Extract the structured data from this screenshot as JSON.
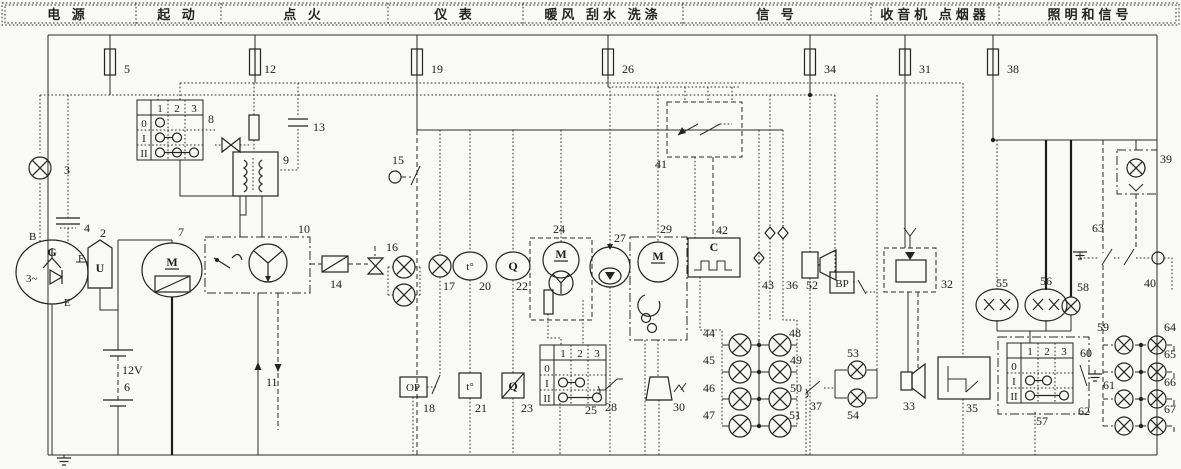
{
  "header": {
    "sections": [
      {
        "label": "电 源"
      },
      {
        "label": "起 动"
      },
      {
        "label": "点 火"
      },
      {
        "label": "仪 表"
      },
      {
        "label": "暖风 刮水 洗涤"
      },
      {
        "label": "信 号"
      },
      {
        "label": "收音机 点烟器"
      },
      {
        "label": "照明和信号"
      }
    ]
  },
  "labels": {
    "2": "2",
    "3": "3",
    "4": "4",
    "5": "5",
    "6": "6",
    "7": "7",
    "8": "8",
    "9": "9",
    "10": "10",
    "11": "11",
    "12": "12",
    "13": "13",
    "14": "14",
    "15": "15",
    "16": "16",
    "17": "17",
    "18": "18",
    "19": "19",
    "20": "20",
    "21": "21",
    "22": "22",
    "23": "23",
    "24": "24",
    "25": "25",
    "26": "26",
    "27": "27",
    "28": "28",
    "29": "29",
    "30": "30",
    "31": "31",
    "32": "32",
    "33": "33",
    "34": "34",
    "35": "35",
    "36": "36",
    "37": "37",
    "38": "38",
    "39": "39",
    "40": "40",
    "41": "41",
    "42": "42",
    "43": "43",
    "44": "44",
    "45": "45",
    "46": "46",
    "47": "47",
    "48": "48",
    "49": "49",
    "50": "50",
    "51": "51",
    "52": "52",
    "53": "53",
    "54": "54",
    "55": "55",
    "56": "56",
    "57": "57",
    "58": "58",
    "59": "59",
    "60": "60",
    "61": "61",
    "62": "62",
    "63": "63",
    "64": "64",
    "65": "65",
    "66": "66",
    "67": "67"
  },
  "letters": {
    "G": "G",
    "threephase": "3~",
    "B": "B",
    "F": "F",
    "E": "E",
    "U": "U",
    "M": "M",
    "C": "C",
    "OP": "OP",
    "t": "t°",
    "Q": "Q",
    "BP": "BP",
    "battery_voltage": "12V"
  },
  "table": {
    "cols": [
      "1",
      "2",
      "3"
    ],
    "rows": [
      "0",
      "I",
      "II"
    ]
  }
}
